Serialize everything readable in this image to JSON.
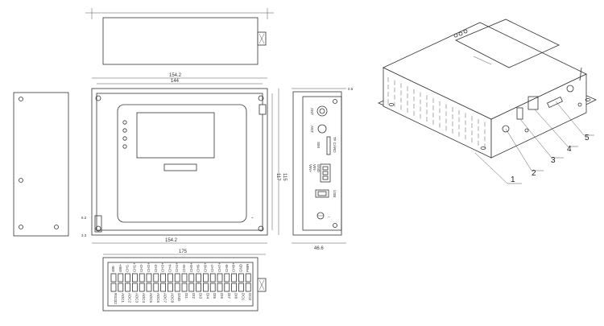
{
  "front_view": {
    "dim_overall_width": "154.2",
    "dim_inner_width": "144",
    "dim_height_outer": "117",
    "dim_height_inner": "115",
    "dim_left_offset": "6.2",
    "dim_bottom_offset": "3.3",
    "dim_bottom_width": "154.2"
  },
  "side_view": {
    "dim_top": "0.5",
    "dim_depth": "46.6",
    "label_ant_top": "ANT",
    "label_ant_mid": "ANT",
    "label_sim": "SIM",
    "label_tf": "TF CARD",
    "label_power_vin": "VIN+",
    "label_power_vin2": "VIN-",
    "label_power_gnd": "GND",
    "label_usb": "USB"
  },
  "bottom_view": {
    "dim_width": "175",
    "pin_labels_top": [
      "485-",
      "485+",
      "CH1-",
      "CH1+",
      "CH2-",
      "CH2+",
      "CH3-",
      "CH3+",
      "CH4-",
      "CH4+",
      "CH5-",
      "CH5+",
      "CH6-",
      "CH6+",
      "CH7-",
      "CH7+",
      "CH8-",
      "CH8+",
      "GND",
      "PWR"
    ],
    "pin_labels_bottom": [
      "RS232",
      "ADC1",
      "ADC2",
      "ADC3",
      "ADC4",
      "ADC5",
      "ADC6",
      "ADC7",
      "ADC8",
      "GND",
      "DI1",
      "DI2",
      "DI3",
      "DI4",
      "DI5",
      "DI6",
      "DI7",
      "DI8",
      "DO1",
      "DO2"
    ]
  },
  "iso_view": {
    "callouts": [
      "1",
      "2",
      "3",
      "4",
      "5"
    ]
  }
}
